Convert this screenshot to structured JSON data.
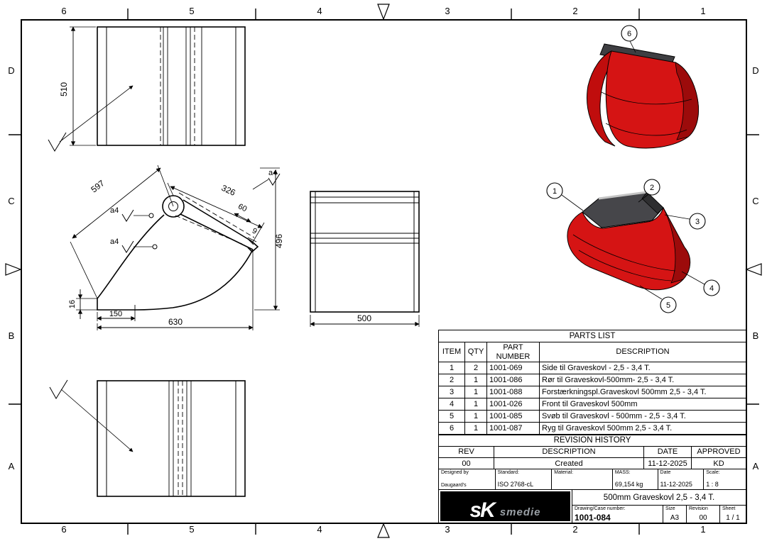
{
  "frame": {
    "cols": [
      "6",
      "5",
      "4",
      "3",
      "2",
      "1"
    ],
    "rows": [
      "D",
      "C",
      "B",
      "A"
    ]
  },
  "dims": {
    "top_view_height": "510",
    "side_diagonal": "597",
    "side_top_edge": "326",
    "edge_60": "60",
    "edge_9": "9",
    "side_height": "496",
    "plate_16": "16",
    "bottom_150": "150",
    "bottom_630": "630",
    "front_width": "500",
    "surface_a4": "a4"
  },
  "balloons": {
    "b1": "1",
    "b2": "2",
    "b3": "3",
    "b4": "4",
    "b5": "5",
    "b6": "6"
  },
  "parts_list": {
    "title": "PARTS LIST",
    "headers": {
      "item": "ITEM",
      "qty": "QTY",
      "part": "PART NUMBER",
      "desc": "DESCRIPTION"
    },
    "rows": [
      {
        "item": "1",
        "qty": "2",
        "part": "1001-069",
        "desc": "Side til Graveskovl - 2,5 - 3,4 T."
      },
      {
        "item": "2",
        "qty": "1",
        "part": "1001-086",
        "desc": "Rør til Graveskovl-500mm- 2,5 - 3,4 T."
      },
      {
        "item": "3",
        "qty": "1",
        "part": "1001-088",
        "desc": "Forstærkningspl.Graveskovl 500mm 2,5 - 3,4 T."
      },
      {
        "item": "4",
        "qty": "1",
        "part": "1001-026",
        "desc": "Front til Graveskovl 500mm"
      },
      {
        "item": "5",
        "qty": "1",
        "part": "1001-085",
        "desc": "Svøb til Graveskovl - 500mm - 2,5 - 3,4 T."
      },
      {
        "item": "6",
        "qty": "1",
        "part": "1001-087",
        "desc": "Ryg til Graveskovl 500mm 2,5 - 3,4 T."
      }
    ]
  },
  "revision_history": {
    "title": "REVISION HISTORY",
    "headers": {
      "rev": "REV",
      "description": "DESCRIPTION",
      "date": "DATE",
      "approved": "APPROVED"
    },
    "rows": [
      {
        "rev": "00",
        "description": "Created",
        "date": "11-12-2025",
        "approved": "KD"
      }
    ]
  },
  "title_block": {
    "designed_by_label": "Designed by",
    "designed_by_value": "Daugaard's",
    "standard_label": "Standard:",
    "standard_value": "ISO 2768-cL",
    "material_label": "Material:",
    "material_value": "",
    "mass_label": "MASS:",
    "mass_value": "69,154 kg",
    "date_label": "Date",
    "date_value": "11-12-2025",
    "scale_label": "Scale:",
    "scale_value": "1 : 8",
    "drawing_title": "500mm Graveskovl 2,5 - 3,4 T.",
    "drawing_number_label": "Drawing/Case number:",
    "drawing_number_value": "1001-084",
    "size_label": "Size",
    "size_value": "A3",
    "revision_label": "Revision",
    "revision_value": "00",
    "sheet_label": "Sheet",
    "sheet_value": "1 / 1",
    "logo_mark": "sK",
    "logo_text": "smedie"
  },
  "colors": {
    "line": "#000000",
    "bucket_red": "#d51414",
    "bucket_red_dark": "#9c0b0b",
    "bucket_gray": "#46464a"
  }
}
